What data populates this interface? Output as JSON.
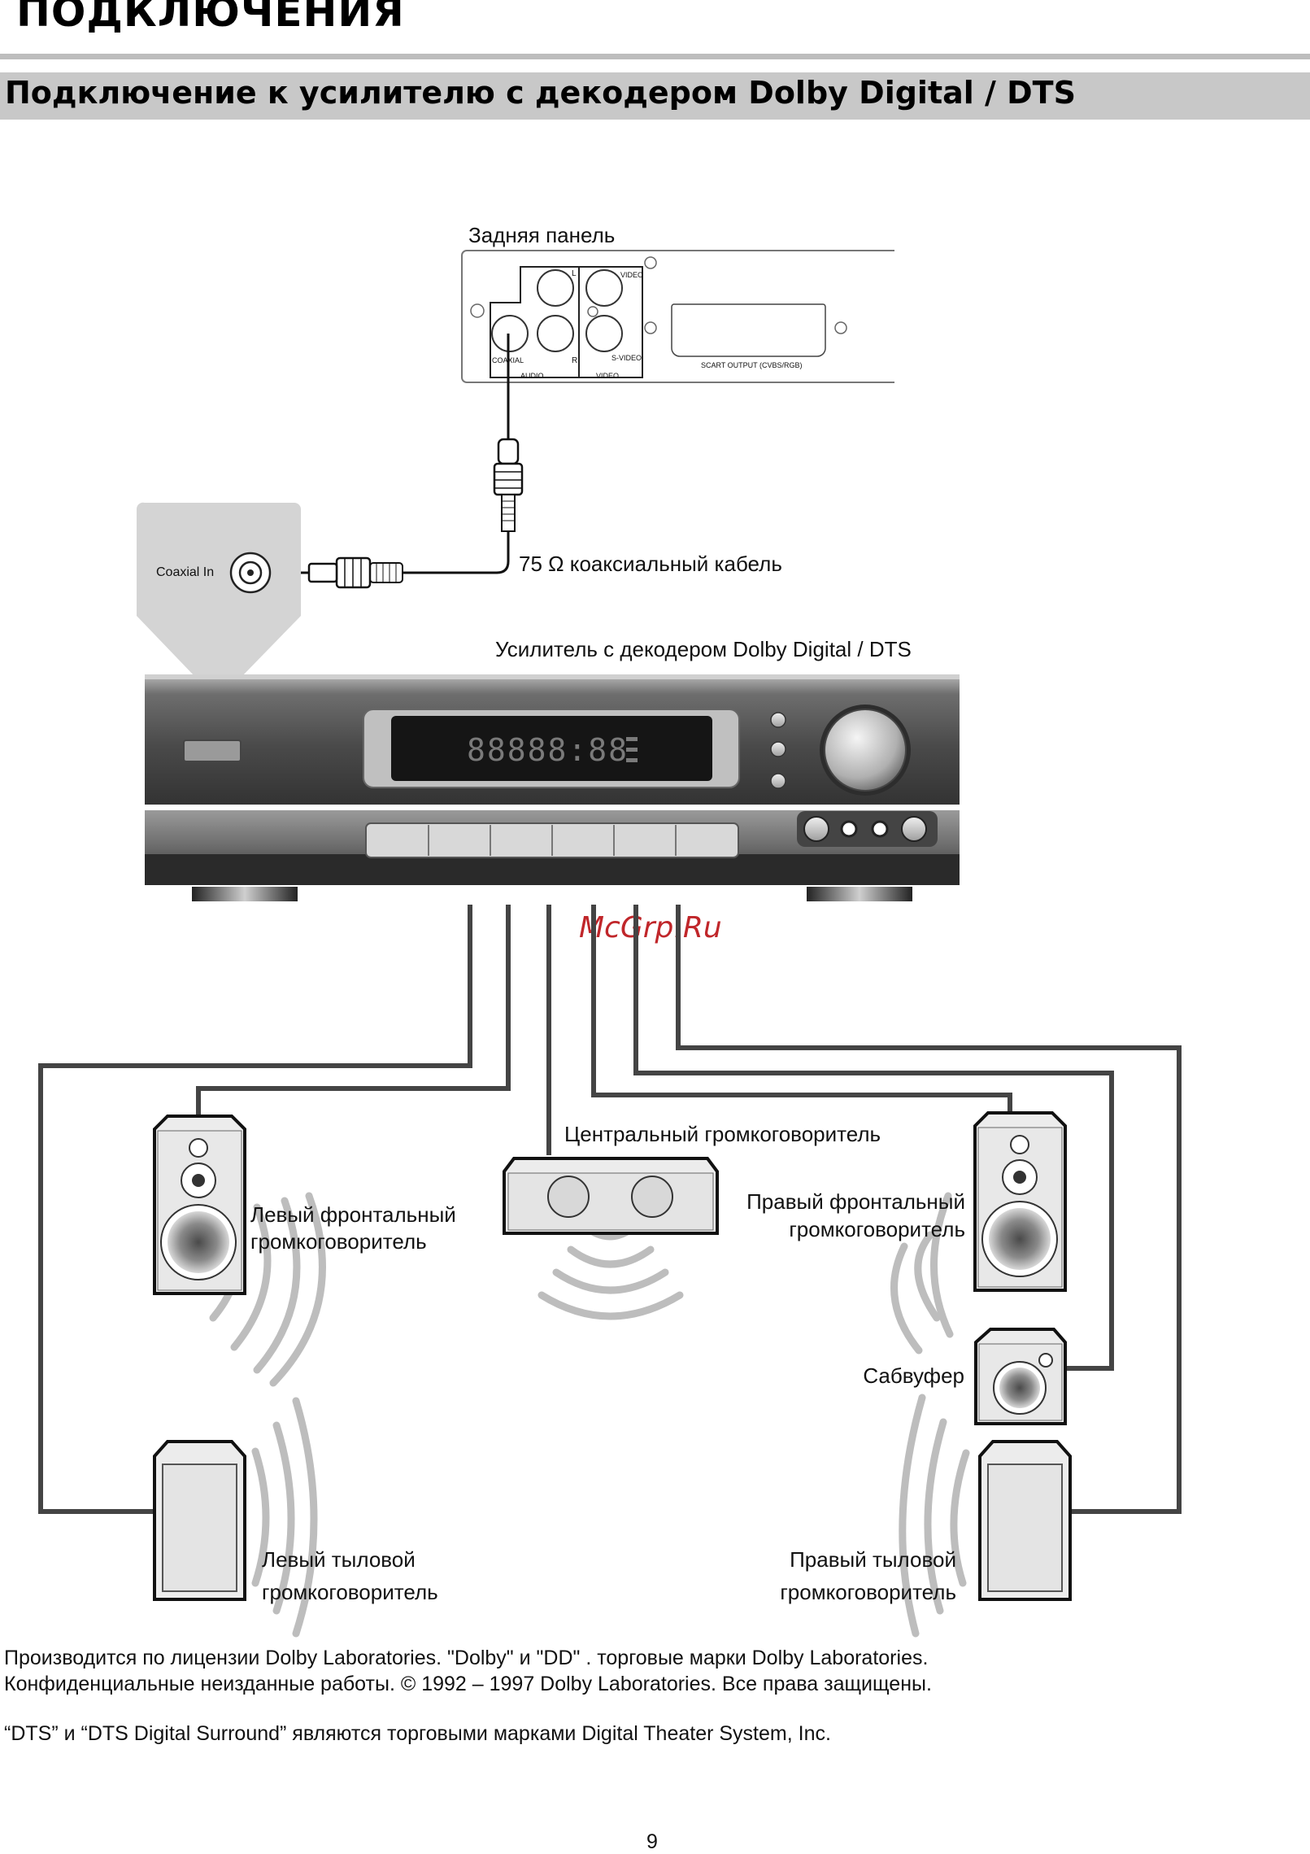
{
  "header": {
    "title": "ПОДКЛЮЧЕНИЯ",
    "section_heading": "Подключение к усилителю с декодером Dolby Digital / DTS"
  },
  "diagram": {
    "rear_panel_label": "Задняя панель",
    "rear_panel": {
      "jack_l": "L",
      "jack_r": "R",
      "jack_video": "VIDEO",
      "jack_svideo": "S-VIDEO",
      "coaxial": "COAXIAL",
      "group_audio": "AUDIO",
      "group_video": "VIDEO",
      "scart": "SCART OUTPUT (CVBS/RGB)"
    },
    "coaxial_in_label": "Coaxial In",
    "cable_label": "75 Ω коаксиальный кабель",
    "amplifier_label": "Усилитель с декодером Dolby Digital / DTS",
    "display_text": "88888:88",
    "watermark": "McGrp.Ru",
    "speakers": {
      "center": "Центральный громкоговоритель",
      "left_front_line1": "Левый фронтальный",
      "left_front_line2": "громкоговоритель",
      "right_front_line1": "Правый фронтальный",
      "right_front_line2": "громкоговоритель",
      "subwoofer": "Сабвуфер",
      "left_rear_line1": "Левый тыловой",
      "left_rear_line2": "громкоговоритель",
      "right_rear_line1": "Правый тыловой",
      "right_rear_line2": "громкоговоритель"
    }
  },
  "footer": {
    "license_line1": "Производится по лицензии Dolby Laboratories. \"Dolby\" и \"DD\" . торговые марки Dolby Laboratories.",
    "license_line2": "Конфиденциальные неизданные работы. © 1992 – 1997 Dolby Laboratories. Все права защищены.",
    "dts_line": "“DTS” и “DTS Digital Surround” являются торговыми марками Digital Theater System, Inc."
  },
  "page_number": "9"
}
